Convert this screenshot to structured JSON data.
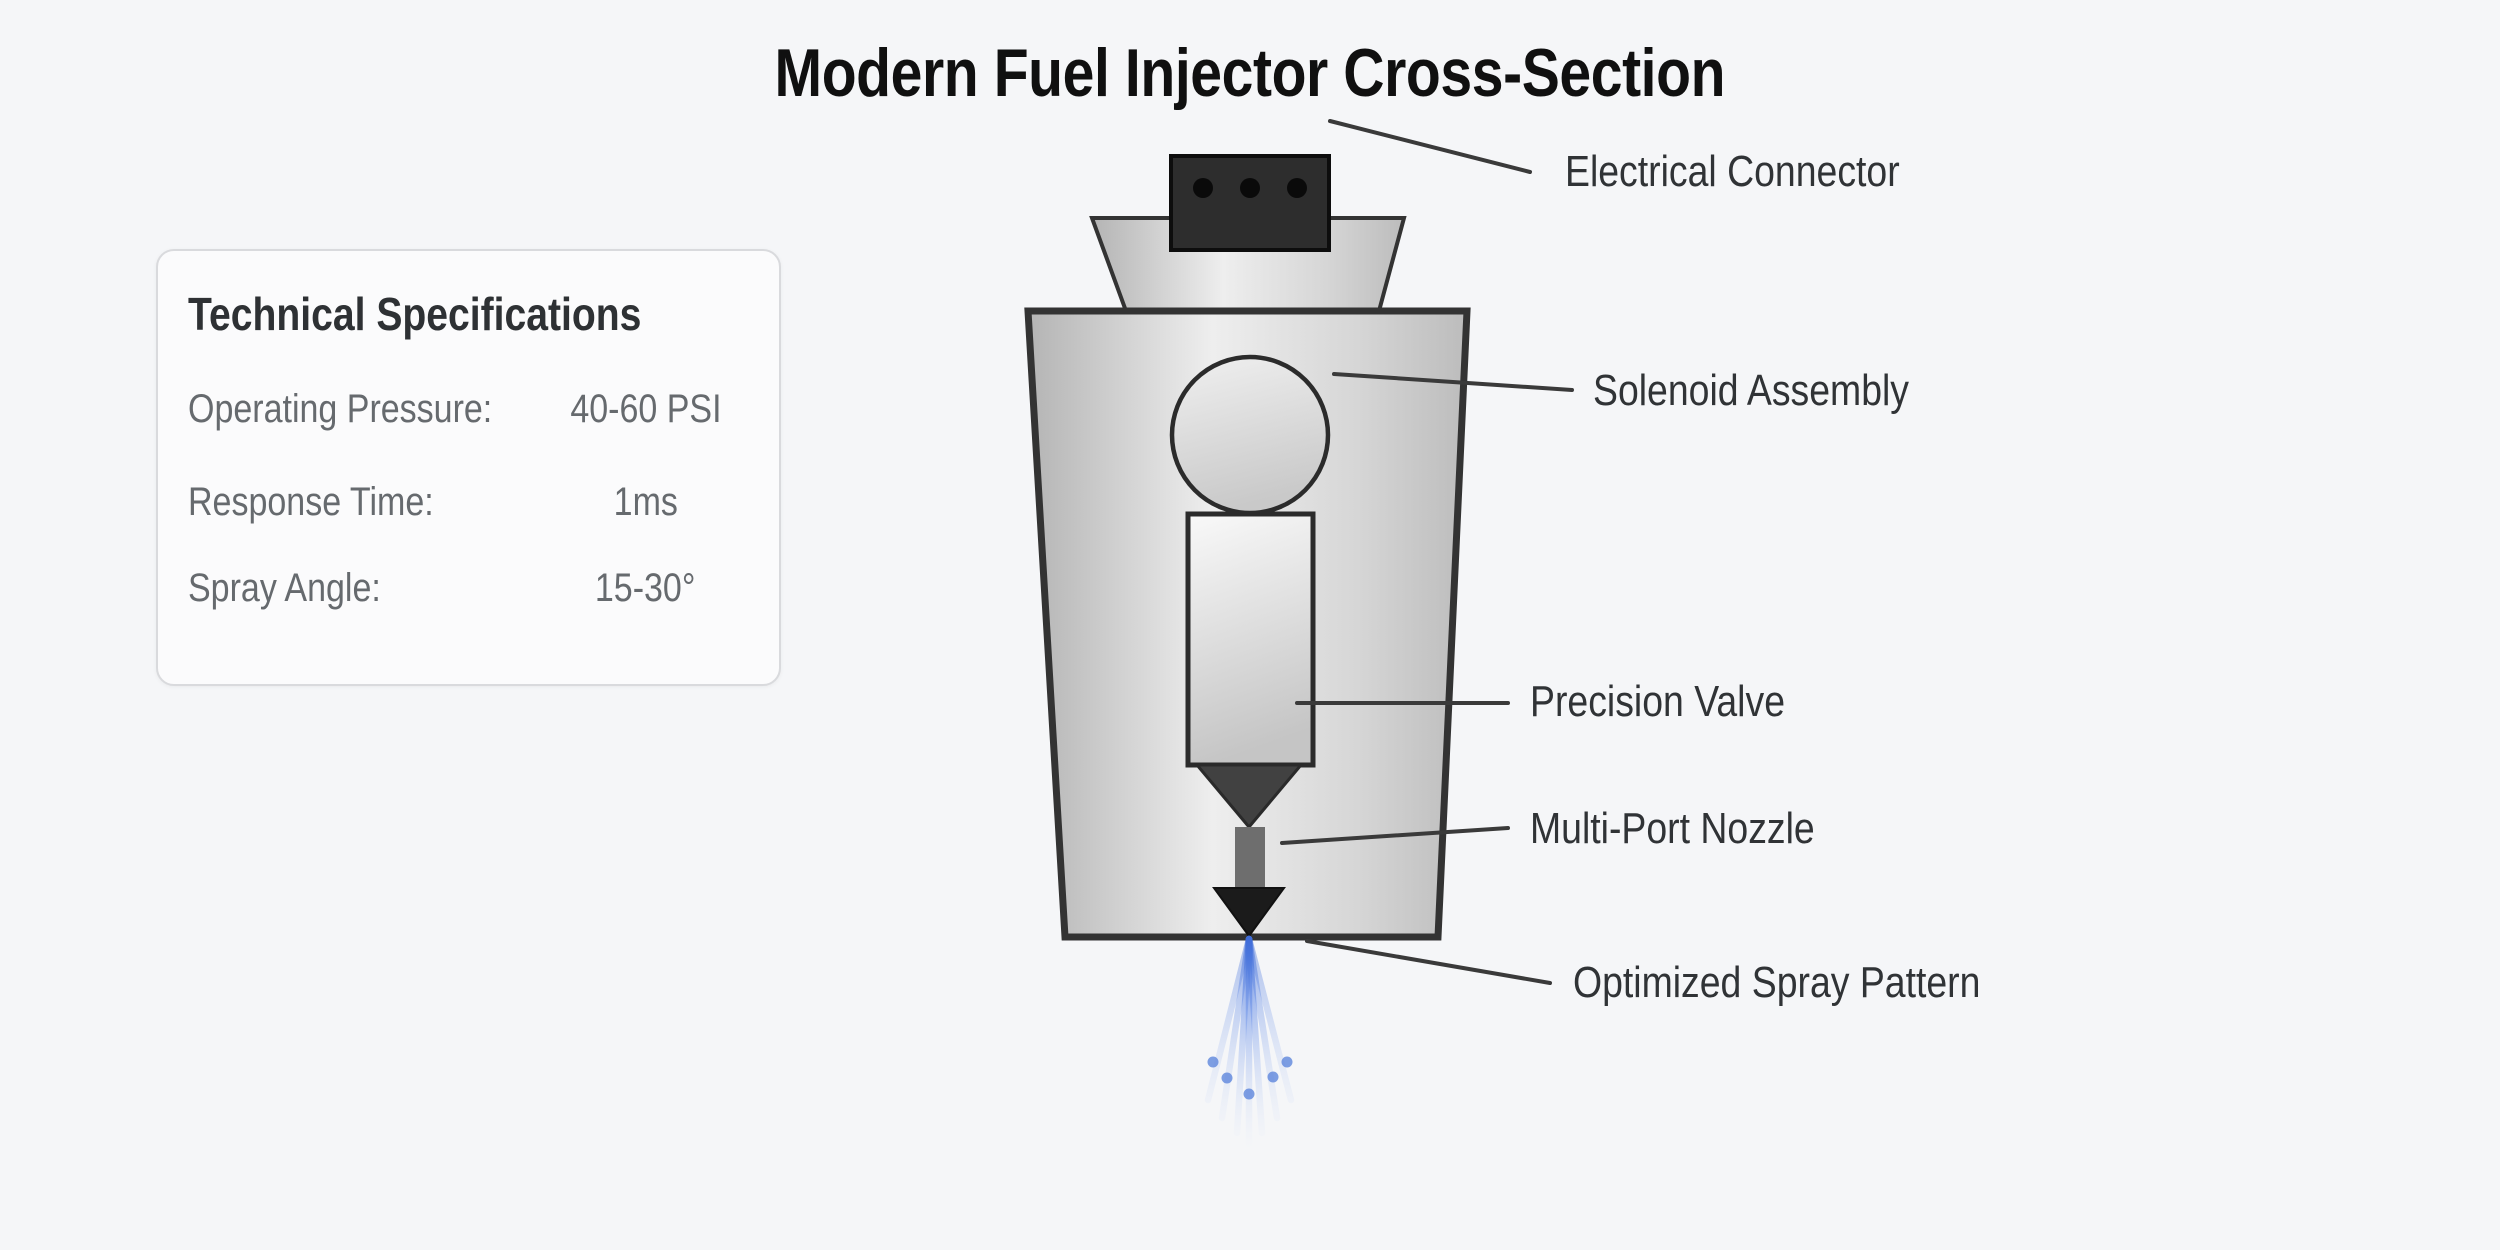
{
  "title": "Modern Fuel Injector Cross-Section",
  "specs_panel": {
    "title": "Technical Specifications",
    "rows": [
      {
        "label": "Operating Pressure:",
        "value": "40-60 PSI"
      },
      {
        "label": "Response Time:",
        "value": "1ms"
      },
      {
        "label": "Spray Angle:",
        "value": "15-30°"
      }
    ]
  },
  "diagram": {
    "labels": [
      {
        "text": "Electrical Connector"
      },
      {
        "text": "Solenoid Assembly"
      },
      {
        "text": "Precision Valve"
      },
      {
        "text": "Multi-Port Nozzle"
      },
      {
        "text": "Optimized Spray Pattern"
      }
    ]
  },
  "colors": {
    "background": "#f5f6f8",
    "metal_light": "#eeeeee",
    "metal_dark": "#b7b7b7",
    "outline": "#333333",
    "connector_dark": "#2d2d2d",
    "leader_line": "#3a3a3a",
    "spray_blue": "#5f87dd",
    "label_text": "#303336",
    "spec_text": "#666a6e"
  }
}
